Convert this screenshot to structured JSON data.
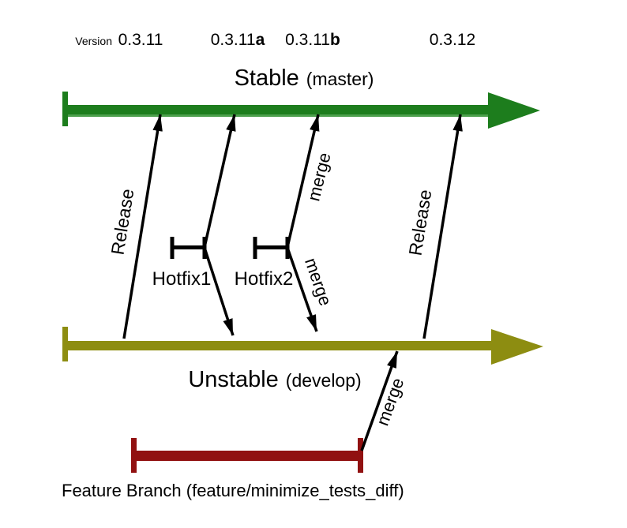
{
  "colors": {
    "stable": "#1d7d1d",
    "stable_highlight": "#4da04d",
    "unstable": "#8d8d11",
    "feature": "#911111",
    "arrow": "#000000"
  },
  "versions": {
    "caption": "Version",
    "items": [
      {
        "base": "0.3.11",
        "suffix": ""
      },
      {
        "base": "0.3.11",
        "suffix": "a"
      },
      {
        "base": "0.3.11",
        "suffix": "b"
      },
      {
        "base": "0.3.12",
        "suffix": ""
      }
    ]
  },
  "branches": {
    "stable": {
      "title": "Stable",
      "ref": "(master)"
    },
    "unstable": {
      "title": "Unstable",
      "ref": "(develop)"
    },
    "feature": {
      "label": "Feature Branch (feature/minimize_tests_diff)"
    }
  },
  "labels": {
    "release_left": "Release",
    "release_right": "Release",
    "hotfix1": "Hotfix1",
    "hotfix2": "Hotfix2",
    "merge_hotfix_up": "merge",
    "merge_hotfix_down": "merge",
    "merge_feature": "merge"
  }
}
